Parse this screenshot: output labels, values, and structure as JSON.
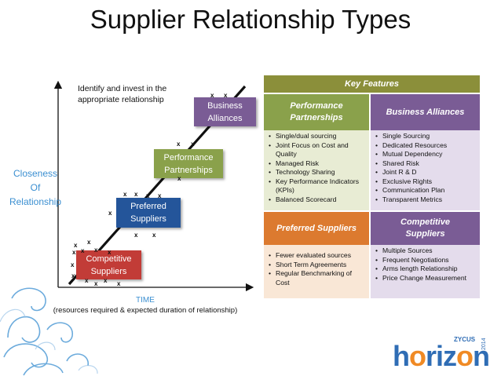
{
  "title": "Supplier Relationship Types",
  "note": [
    "Identify and invest in the",
    "appropriate relationship"
  ],
  "yaxis": {
    "lines": [
      "Closeness",
      "Of",
      "Relationship"
    ]
  },
  "xaxis": {
    "label": "TIME",
    "sublabel": "(resources required & expected duration of relationship)"
  },
  "boxes": {
    "business": [
      "Business",
      "Alliances"
    ],
    "performance": [
      "Performance",
      "Partnerships"
    ],
    "preferred": [
      "Preferred",
      "Suppliers"
    ],
    "competitive": [
      "Competitive",
      "Suppliers"
    ]
  },
  "marker": "x",
  "table": {
    "header": "Key Features",
    "performance": {
      "title": [
        "Performance",
        "Partnerships"
      ],
      "items": [
        "Single/dual sourcing",
        "Joint Focus on Cost and Quality",
        "Managed Risk",
        "Technology Sharing",
        "Key Performance Indicators (KPIs)",
        "Balanced Scorecard"
      ]
    },
    "business": {
      "title": [
        "Business Alliances"
      ],
      "items": [
        "Single Sourcing",
        "Dedicated Resources",
        "Mutual Dependency",
        "Shared Risk",
        "Joint R & D",
        "Exclusive Rights",
        "Communication Plan",
        "Transparent Metrics"
      ]
    },
    "preferred": {
      "title": [
        "Preferred Suppliers"
      ],
      "items": [
        "Fewer evaluated sources",
        "Short Term Agreements",
        "Regular Benchmarking of Cost"
      ]
    },
    "competitive": {
      "title": [
        "Competitive",
        "Suppliers"
      ],
      "items": [
        "Multiple Sources",
        "Frequent Negotiations",
        "Arms length Relationship",
        "Price Change Measurement"
      ]
    }
  },
  "logo": {
    "brand": "ZYCUS",
    "word": "horizon",
    "year": "2014"
  },
  "colors": {
    "olive": "#8b8f3a",
    "green": "#8aa14b",
    "purple": "#7a5c95",
    "orange": "#dc7a2f",
    "blue": "#24559a",
    "red": "#c23c37",
    "accent": "#3b8fd1"
  }
}
